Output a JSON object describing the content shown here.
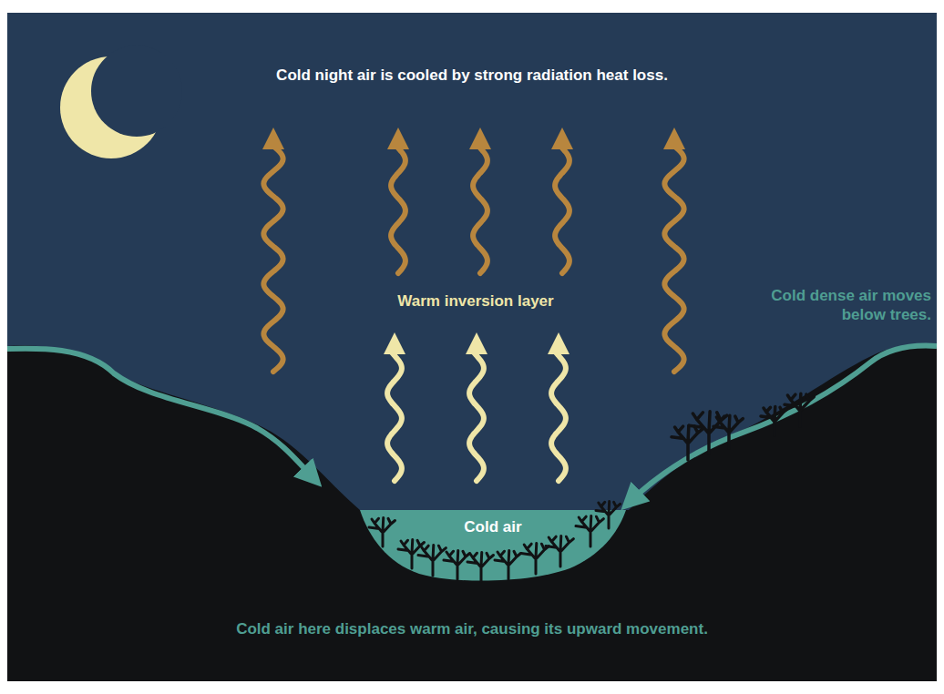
{
  "diagram": {
    "nodes": [
      {
        "text": [
          "Cold air"
        ]
      }
    ],
    "labels": [
      "Cold night air is cooled by strong radiation heat loss.",
      "Warm inversion layer",
      "Cold dense air moves below trees.",
      "Cold air here displaces warm air, causing its upward movement."
    ]
  }
}
